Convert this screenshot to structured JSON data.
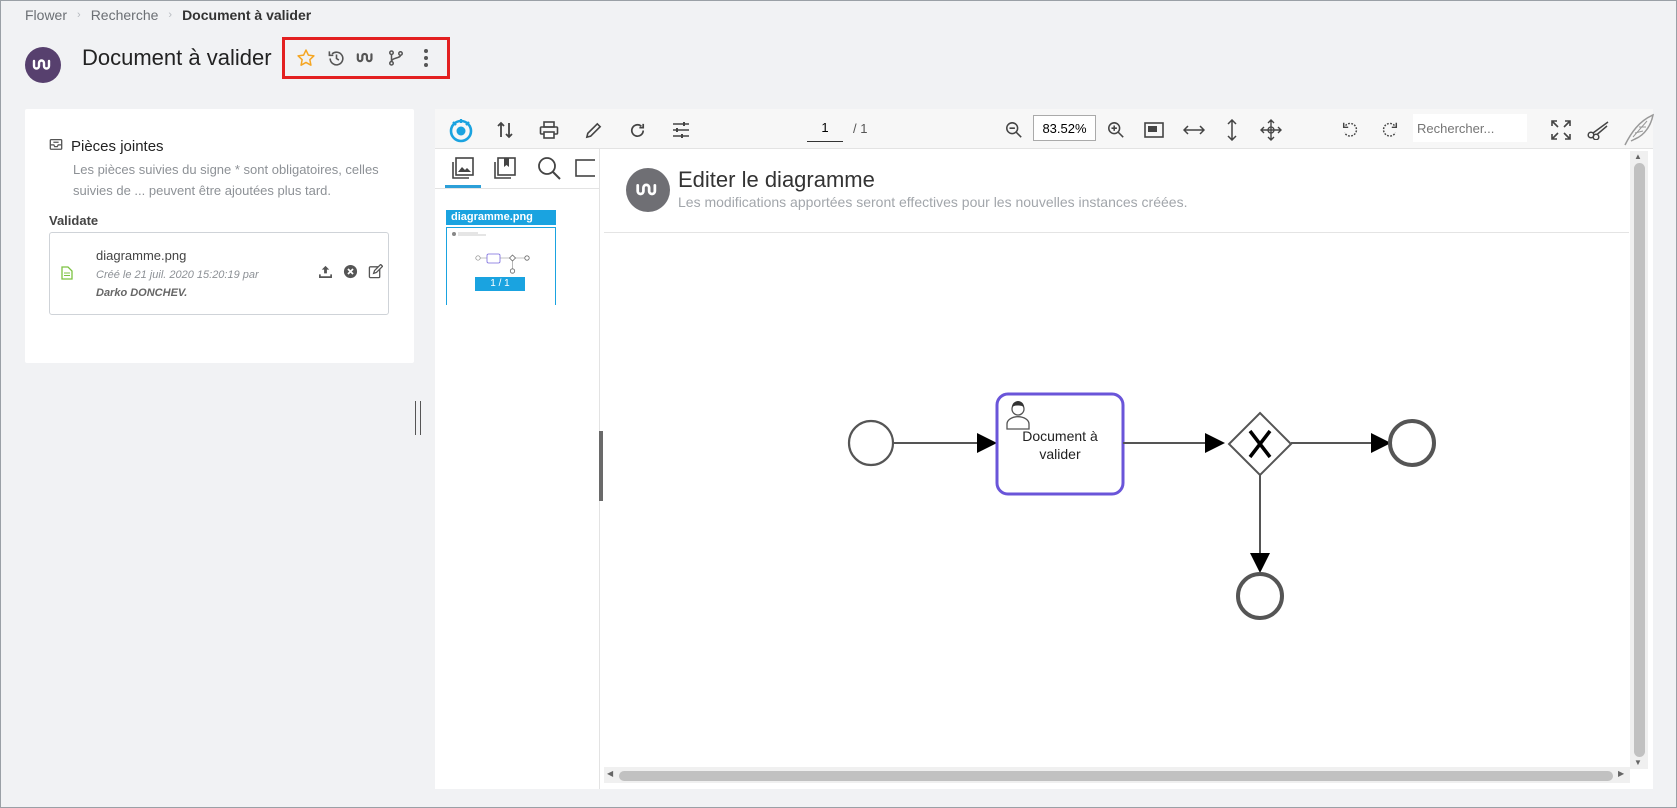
{
  "breadcrumb": {
    "items": [
      "Flower",
      "Recherche"
    ],
    "current": "Document à valider"
  },
  "header": {
    "title": "Document à valider",
    "actions": [
      "star-icon",
      "history-icon",
      "workflow-icon",
      "branch-icon",
      "more-vertical-icon"
    ],
    "colors": {
      "accent": "#57406e",
      "highlight_border": "#e32020",
      "star": "#f5a623"
    }
  },
  "attachments": {
    "title": "Pièces jointes",
    "description": "Les pièces suivies du signe * sont obligatoires, celles suivies de ... peuvent être ajoutées plus tard.",
    "group_label": "Validate",
    "file": {
      "name": "diagramme.png",
      "meta_prefix": "Créé le 21 juil. 2020 15:20:19 par",
      "author": "Darko DONCHEV."
    }
  },
  "viewer": {
    "page_current": "1",
    "page_total": "/ 1",
    "zoom": "83.52%",
    "search_placeholder": "Rechercher...",
    "thumbnail": {
      "name": "diagramme.png",
      "page_label": "1 / 1"
    },
    "document": {
      "title": "Editer le diagramme",
      "subtitle": "Les modifications apportées seront effectives pour les nouvelles instances créées.",
      "task_label_line1": "Document à",
      "task_label_line2": "valider",
      "colors": {
        "task_border": "#6a55d9",
        "accent_blue": "#1aa3e0"
      }
    }
  }
}
